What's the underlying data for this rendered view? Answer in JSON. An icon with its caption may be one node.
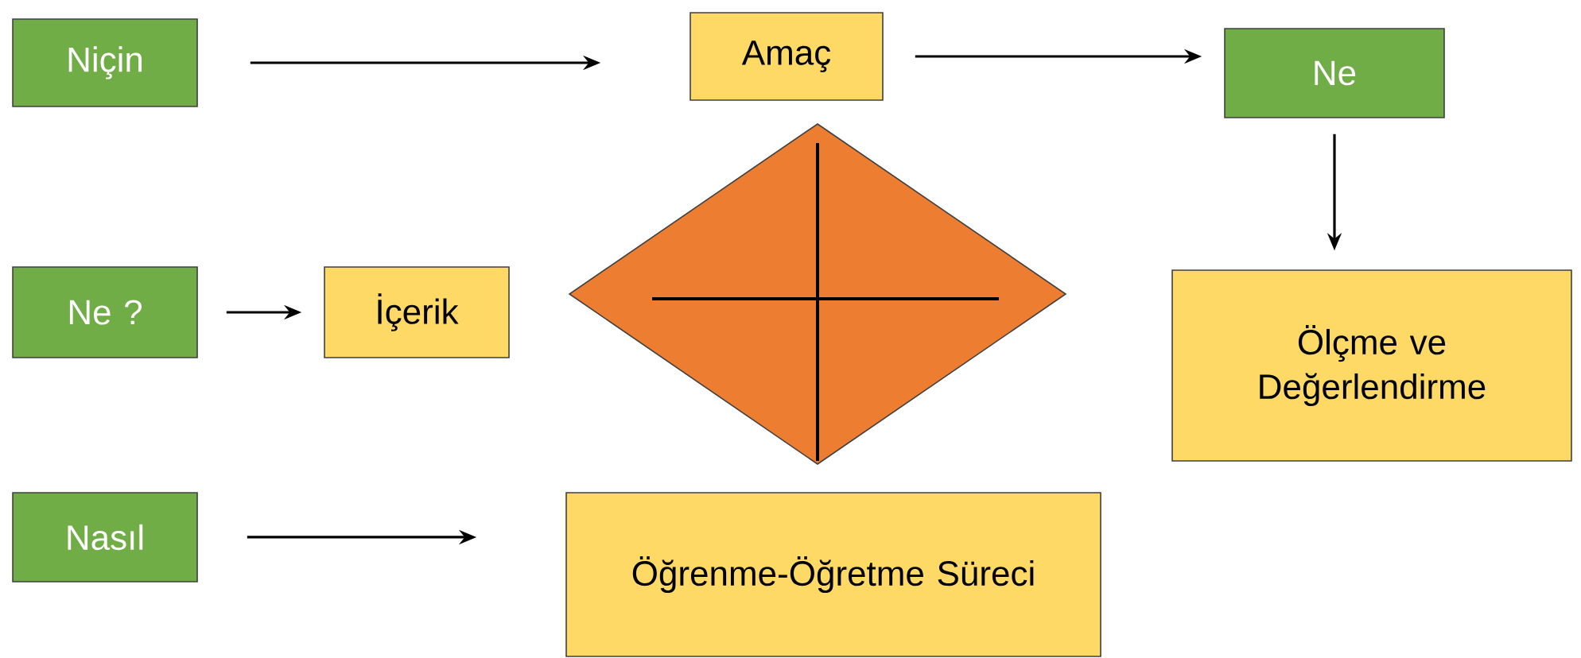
{
  "diagram": {
    "nodes": [
      {
        "text": [
          "Niçin"
        ]
      },
      {
        "text": [
          "Amaç"
        ]
      },
      {
        "text": [
          "Ne"
        ]
      },
      {
        "text": [
          "Ne ?"
        ]
      },
      {
        "text": [
          "İçerik"
        ]
      },
      {
        "text": [],
        "shape": "diamond"
      },
      {
        "text": [
          "Ölçme ve Değerlendirme"
        ]
      },
      {
        "text": [
          "Nasıl"
        ]
      },
      {
        "text": [
          "Öğrenme-Öğretme Süreci"
        ]
      }
    ],
    "edges": [
      {
        "from": 0,
        "to": 1,
        "arrow": "to"
      },
      {
        "from": 1,
        "to": 2,
        "arrow": "to"
      },
      {
        "from": 2,
        "to": 6,
        "arrow": "to"
      },
      {
        "from": 3,
        "to": 4,
        "arrow": "to"
      },
      {
        "from": 7,
        "to": 8,
        "arrow": "to"
      }
    ]
  }
}
